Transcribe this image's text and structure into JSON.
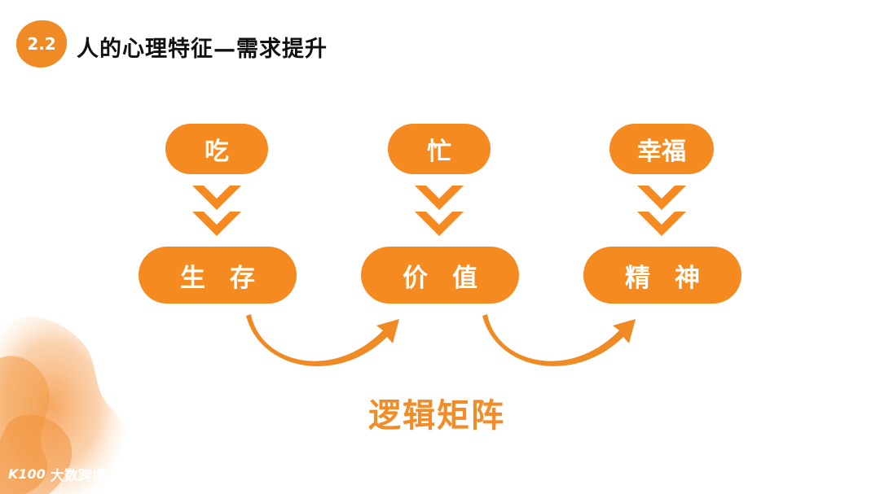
{
  "header": {
    "section_number": "2.2",
    "title": "人的心理特征—需求提升"
  },
  "diagram": {
    "columns": [
      {
        "top": "吃",
        "bottom": "生存"
      },
      {
        "top": "忙",
        "bottom": "价值"
      },
      {
        "top": "幸福",
        "bottom": "精神"
      }
    ],
    "footer_label": "逻辑矩阵"
  },
  "brand": {
    "logo": "K100",
    "name": "大数跨境"
  },
  "colors": {
    "accent": "#f58a21",
    "arrow": "#f08a24",
    "text_dark": "#111111"
  },
  "icons": [
    "double-chevron-down-icon",
    "curved-arrow-icon"
  ]
}
